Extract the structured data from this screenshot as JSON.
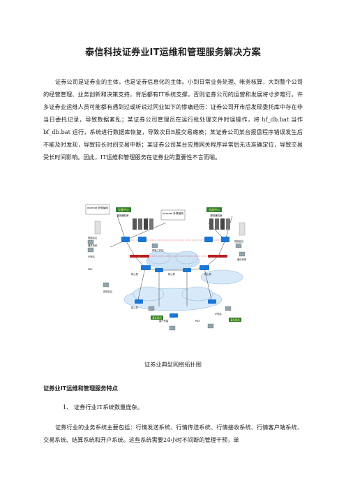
{
  "doc": {
    "title": "泰信科技证券业IT运维和管理服务解决方案",
    "intro": "证券公司是证券业的主体，也是证券信息化的主体。小到日常业务处理、帐务核算，大到整个公司的经营管理、业务创新和决策支持，背后都有IT系统支撑，否则证券公司的运营和发展将寸步难行。许多证券业运维人员可能都有遇到过或听说过同业如下的惨痛经历：证券公司开市后发现委托库中存在非当日委托记录，导致数据紊乱；某证券公司管理员在运行批处理文件时误操作，将 hf_db.bat 当作 bf_db.bat 运行，系统进行数据库恢复，导致次日B股交易瘫痪；某证券公司某台报盘程序错误发生后不能及时发现，导致较长时间交易中断；某证券公司某台应用网关程序异常后无法准确定位，导致交易受长时间影响。因此，IT运维和管理服务在证券业的重要性不言而喻。",
    "figure_caption": "证券业典型网络拓扑图",
    "section_heading": "证券业IT运维和管理服务特点",
    "list_item_1": "1、 证券行业IT系统数量庞杂。",
    "para_2": "证券行业的业务系统主要包括：行情发送系统、行情传送系统、行情接收系统、行情客户端系统、交易系统、结算系统和开户系统。这些系统需要24小时不间断的管理干预，单"
  },
  "diagram": {
    "left_site": {
      "label": "灾备中心",
      "room": "服务器机房",
      "internet": "Internet 外联接网"
    },
    "right_site": {
      "label": "总部中心",
      "room": "服务器机房",
      "internet": "Internet 外联接网"
    },
    "labels": {
      "video_left": "视频会议",
      "comm_left": "通讯机房",
      "phone_left": "IP电话",
      "pbx": "PBX",
      "workstation": "网管工作站",
      "video_right": "视频会议",
      "comm_right": "通讯机房",
      "core_left": "核心层",
      "core_mid": "核心层",
      "core_right": "核心层",
      "access": "接入层",
      "client": "客户终端",
      "video_bottom": "视频会议",
      "branch_left": "营业网点",
      "branch_right": "营业网点",
      "pbx_bottom": "PBX",
      "phone_bottom": "IP电话"
    },
    "colors": {
      "site_label_bg": "#2e7d32",
      "site_label_fg": "#ffff66",
      "router": "#b71c1c",
      "switch": "#1976d2",
      "link": "#333333",
      "cloud": "#cfe3f7"
    }
  }
}
